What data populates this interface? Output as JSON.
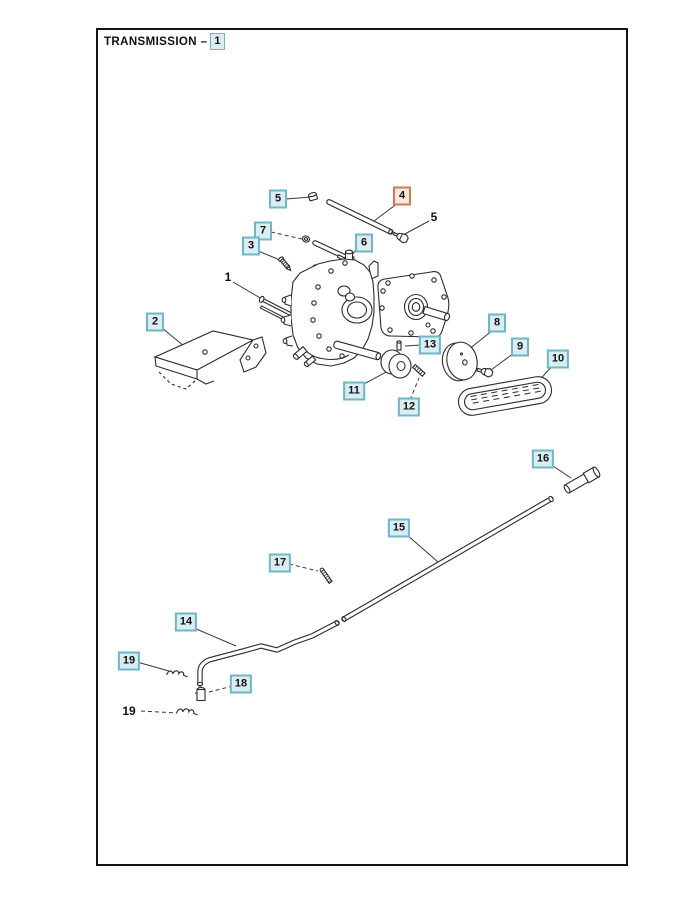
{
  "title": {
    "text": "TRANSMISSION –",
    "ref": "1"
  },
  "callouts": {
    "n5a": {
      "label": "5",
      "style": "cyan"
    },
    "n4": {
      "label": "4",
      "style": "orange"
    },
    "n5b": {
      "label": "5",
      "style": "plain"
    },
    "n7": {
      "label": "7",
      "style": "cyan"
    },
    "n3": {
      "label": "3",
      "style": "cyan"
    },
    "n6": {
      "label": "6",
      "style": "cyan"
    },
    "n1": {
      "label": "1",
      "style": "plain"
    },
    "n2": {
      "label": "2",
      "style": "cyan"
    },
    "n8": {
      "label": "8",
      "style": "cyan"
    },
    "n13": {
      "label": "13",
      "style": "cyan"
    },
    "n9": {
      "label": "9",
      "style": "cyan"
    },
    "n10": {
      "label": "10",
      "style": "cyan"
    },
    "n11": {
      "label": "11",
      "style": "cyan"
    },
    "n12": {
      "label": "12",
      "style": "cyan"
    },
    "n16": {
      "label": "16",
      "style": "cyan"
    },
    "n15": {
      "label": "15",
      "style": "cyan"
    },
    "n17": {
      "label": "17",
      "style": "cyan"
    },
    "n14": {
      "label": "14",
      "style": "cyan"
    },
    "n19a": {
      "label": "19",
      "style": "cyan"
    },
    "n18": {
      "label": "18",
      "style": "cyan"
    },
    "n19b": {
      "label": "19",
      "style": "plain"
    }
  },
  "colors": {
    "callout_bg": "#d9edf2",
    "callout_border": "#6fb7c6",
    "highlight_bg": "#f8e8e0",
    "highlight_border": "#d07a4f",
    "line": "#2b2b2b",
    "page_bg": "#ffffff"
  }
}
